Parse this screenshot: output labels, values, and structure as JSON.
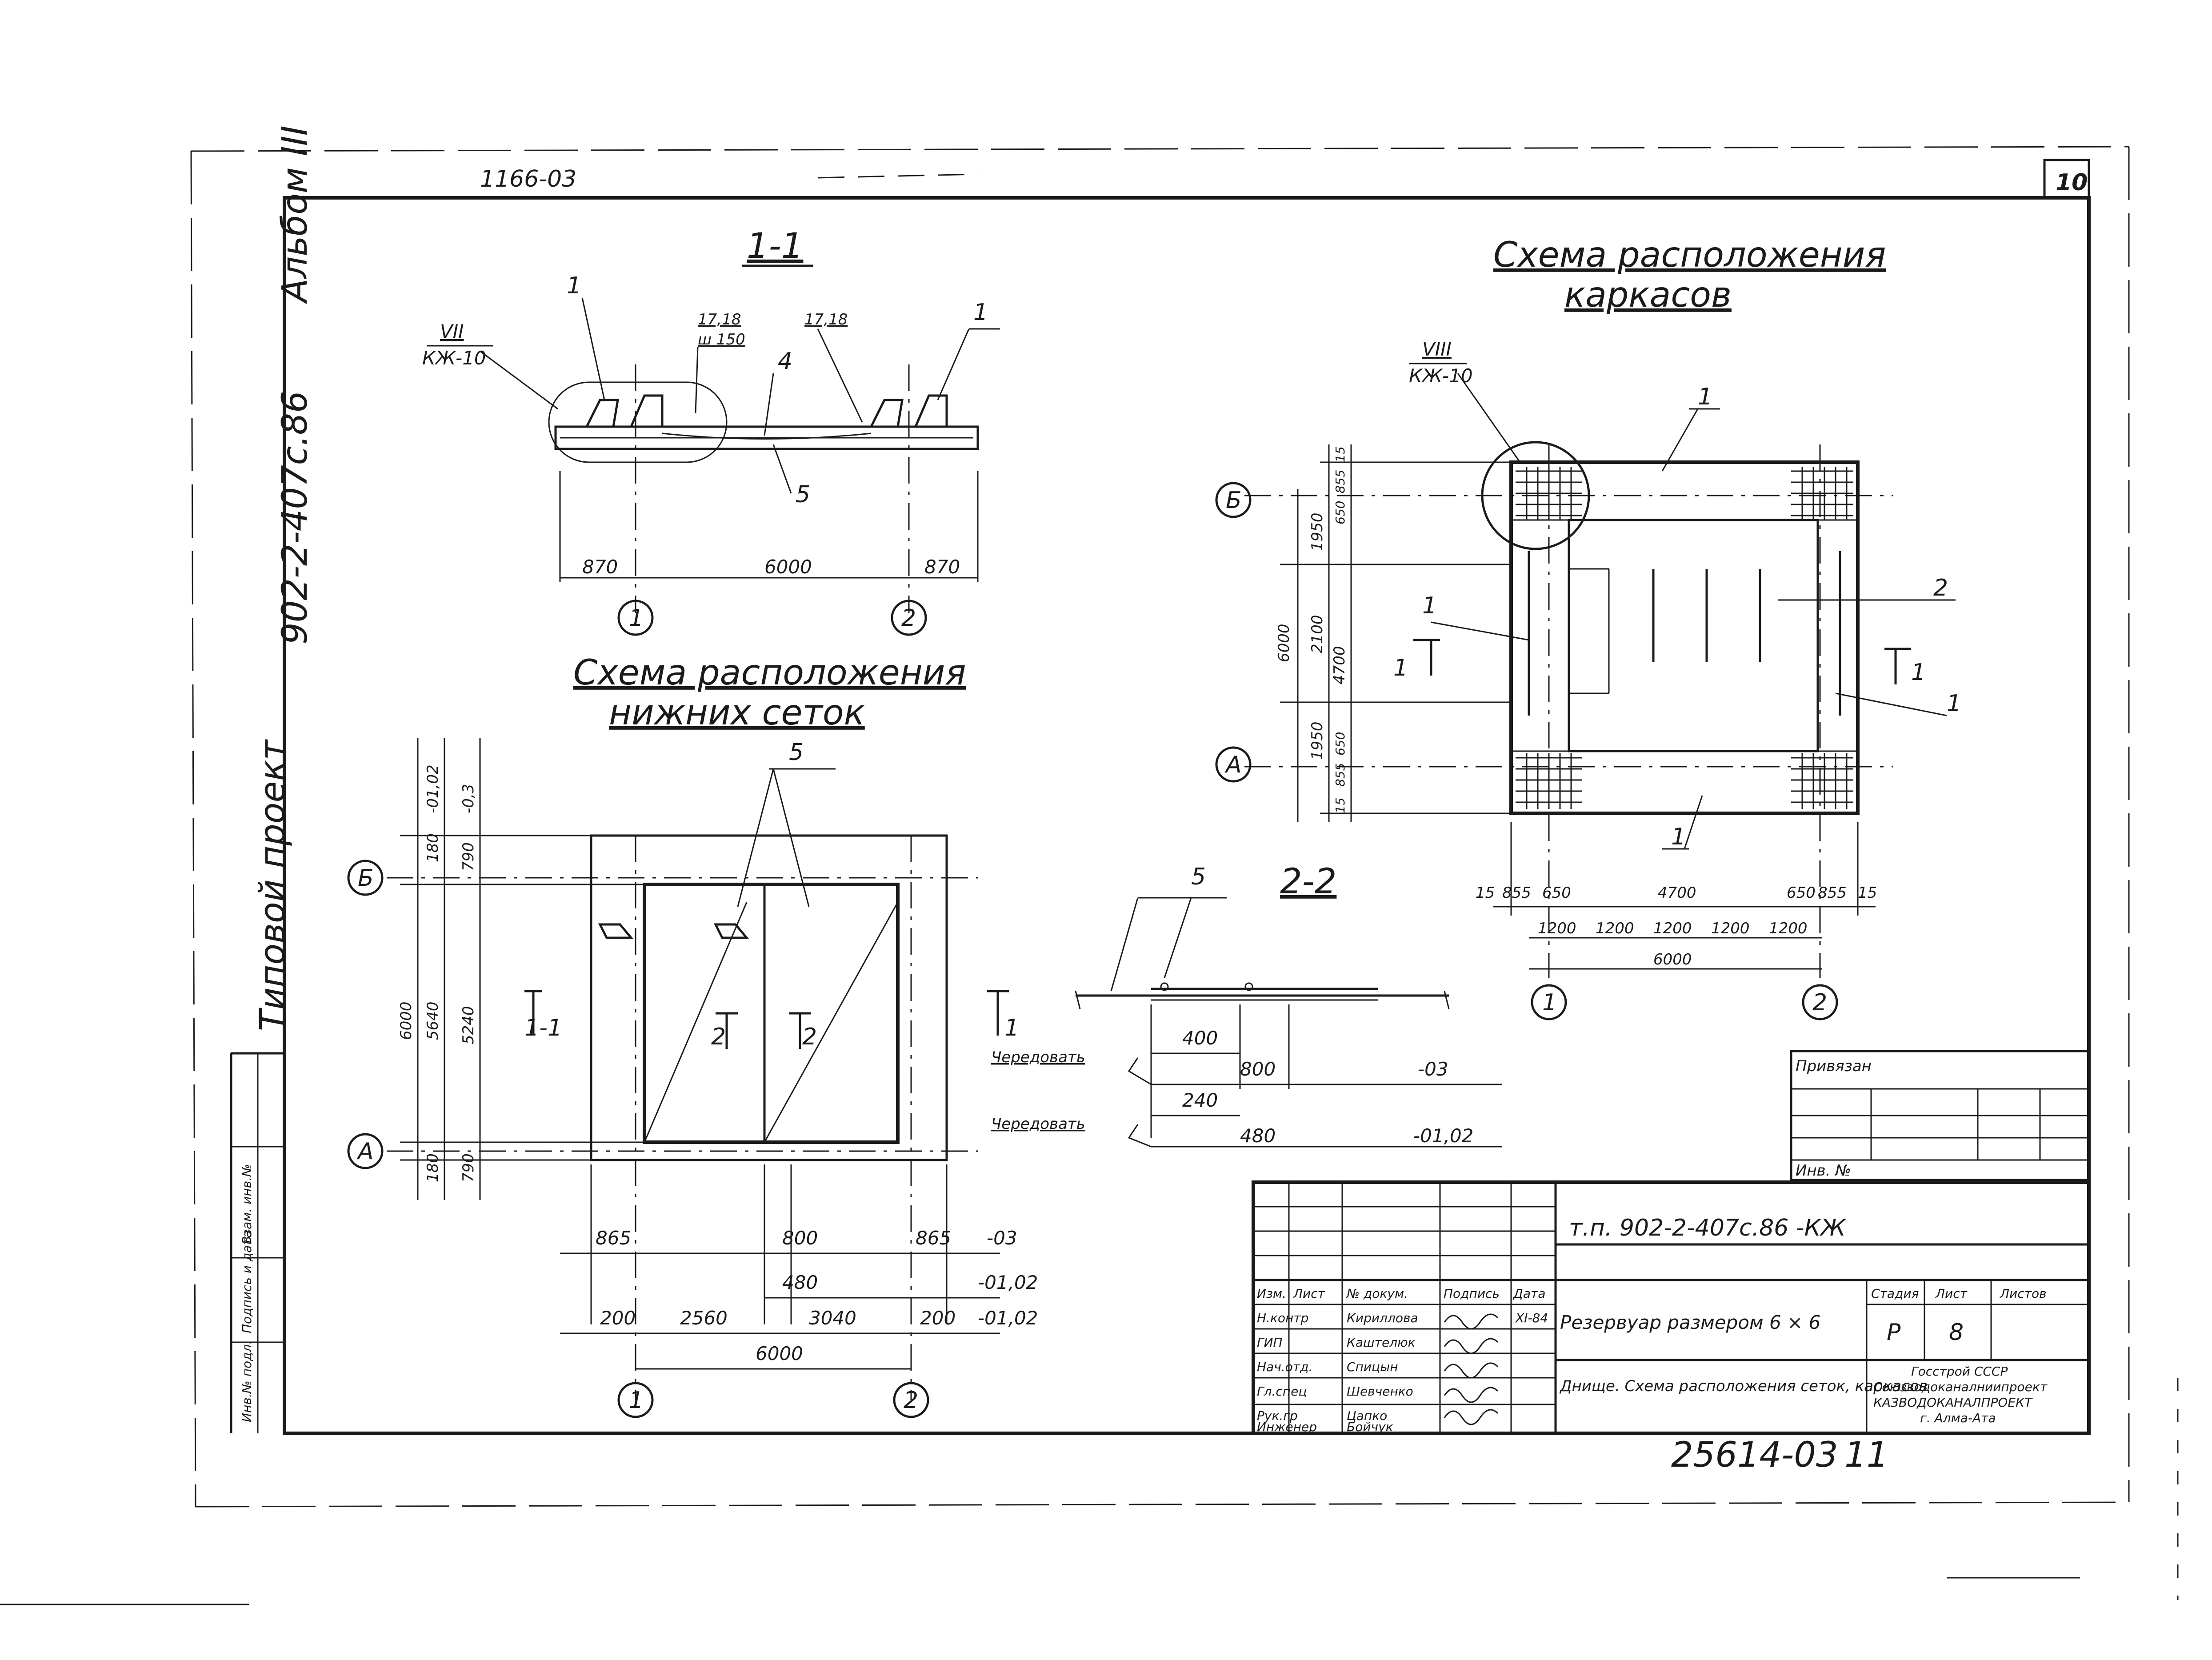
{
  "sheet": {
    "number": "10",
    "code_top": "1166-03",
    "album_label": "Альбом III",
    "project_code_side": "902-2-407с.86",
    "typical_project": "Типовой проект",
    "side_cols": [
      "Инв.№ подл.",
      "Подпись и дата",
      "Взам. инв.№"
    ]
  },
  "section_11": {
    "title": "1-1",
    "callout_num": "VII",
    "callout_ref": "КЖ-10",
    "labels": [
      "1",
      "17,18",
      "ш 150",
      "17,18",
      "4",
      "5",
      "1"
    ],
    "dims": [
      "870",
      "6000",
      "870"
    ],
    "axes": [
      "1",
      "2"
    ]
  },
  "lower_mesh": {
    "title_line1": "Схема расположения",
    "title_line2": "нижних сеток",
    "label_5": "5",
    "axis_B": "Б",
    "axis_A": "А",
    "axis_1": "1",
    "axis_2": "2",
    "left_dims": [
      "180",
      "6000",
      "180"
    ],
    "left_dims2": [
      "790",
      "5640",
      "790"
    ],
    "left_dims3": [
      "5240"
    ],
    "level_labels": [
      "-01,02",
      "-0,3"
    ],
    "bottom_dims_row1": [
      "865",
      "800",
      "865",
      "-03"
    ],
    "bottom_dims_row2": [
      "480",
      "-01,02"
    ],
    "bottom_dims_row3": [
      "200",
      "2560",
      "3040",
      "200",
      "-01,02"
    ],
    "bottom_total": "6000",
    "cut_labels": [
      "1-1",
      "2",
      "2",
      "1"
    ]
  },
  "section_22": {
    "title": "2-2",
    "label_5": "5",
    "alt1": "Чередовать",
    "alt2": "Чередовать",
    "dims": [
      "400",
      "800",
      "-03",
      "240",
      "480",
      "-01,02"
    ]
  },
  "frame_scheme": {
    "title_line1": "Схема расположения",
    "title_line2": "каркасов",
    "callout_num": "VIII",
    "callout_ref": "КЖ-10",
    "labels": [
      "1",
      "1",
      "2",
      "1",
      "1"
    ],
    "left_dims": [
      "1950",
      "2100",
      "1950"
    ],
    "left_total": "6000",
    "left_small": [
      "15",
      "855",
      "650",
      "4700",
      "650",
      "855",
      "15"
    ],
    "bottom_dims": [
      "15",
      "855",
      "650",
      "4700",
      "650",
      "855",
      "15"
    ],
    "bottom_row2": [
      "1200",
      "1200",
      "1200",
      "1200",
      "1200"
    ],
    "bottom_total": "6000",
    "axis_B": "Б",
    "axis_A": "А",
    "axis_1": "1",
    "axis_2": "2",
    "cut_left": "1",
    "cut_right": "1"
  },
  "stamp_small": {
    "privyazan": "Привязан",
    "inv": "Инв. №"
  },
  "title_block": {
    "code": "т.п. 902-2-407с.86 -КЖ",
    "headers": [
      "Изм.",
      "Лист",
      "№ докум.",
      "Подпись",
      "Дата"
    ],
    "roles": [
      "Н.контр",
      "ГИП",
      "Нач.отд.",
      "Гл.спец",
      "Рук.гр",
      "Инженер"
    ],
    "names": [
      "Кириллова",
      "Каштелюк",
      "Спицын",
      "Шевченко",
      "Цапко",
      "Бойчук"
    ],
    "date": "XI-84",
    "object": "Резервуар размером 6 × 6",
    "drawing": "Днище. Схема расположения сеток, каркасов",
    "stage_hdr": "Стадия",
    "sheet_hdr": "Лист",
    "sheets_hdr": "Листов",
    "stage": "Р",
    "sheet_no": "8",
    "org1": "Госстрой СССР",
    "org2": "Союзводоканалниипроект",
    "org3": "КАЗВОДОКАНАЛПРОЕКТ",
    "org4": "г. Алма-Ата"
  },
  "footer": {
    "number": "25614-03",
    "page": "11"
  }
}
